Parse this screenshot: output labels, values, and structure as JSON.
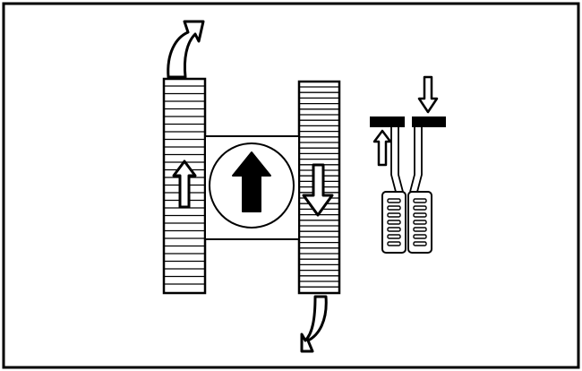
{
  "diagram": {
    "type": "tracked-vehicle-steering-controls",
    "colors": {
      "line": "#000000",
      "fill": "#ffffff",
      "solid": "#000000"
    },
    "tracks": [
      {
        "side": "left",
        "motion": "forward",
        "icon": "up-arrow-icon"
      },
      {
        "side": "right",
        "motion": "reverse",
        "icon": "down-arrow-icon"
      }
    ],
    "body": {
      "motion": "forward",
      "icon": "up-arrow-icon"
    },
    "turn_indicators": [
      {
        "position": "top",
        "icon": "curved-arrow-icon"
      },
      {
        "position": "bottom",
        "icon": "curved-arrow-icon"
      }
    ],
    "control_levers": [
      {
        "side": "left",
        "motion": "pushed-forward",
        "icon": "up-arrow-icon"
      },
      {
        "side": "right",
        "motion": "pulled-back",
        "icon": "down-arrow-icon"
      }
    ]
  }
}
